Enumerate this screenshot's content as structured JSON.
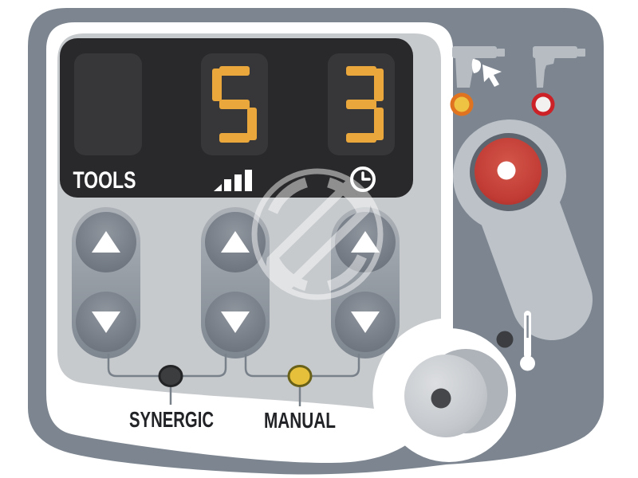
{
  "display": {
    "tools": {
      "label": "TOOLS",
      "value": ""
    },
    "program": {
      "value": "5",
      "icon": "signal-bars-icon"
    },
    "time": {
      "value": "3",
      "icon": "clock-icon"
    }
  },
  "modes": {
    "synergic": {
      "label": "SYNERGIC",
      "led_color": "#3b3d3f",
      "ring_color": "#232425",
      "lit": false
    },
    "manual": {
      "label": "MANUAL",
      "led_color": "#e6c03a",
      "ring_color": "#6a6118",
      "lit": true
    }
  },
  "torch_indicators": [
    {
      "icon": "torch-with-cursor-icon",
      "led_color": "#eec243",
      "ring_color": "#e0731f",
      "lit": true
    },
    {
      "icon": "torch-icon",
      "led_color": "#f3f1ef",
      "ring_color": "#cb2127",
      "lit": false
    }
  ],
  "buttons": {
    "red_button_icon": "red-round-button",
    "red_button_color": "#c4403a",
    "up_icon": "triangle-up-icon",
    "down_icon": "triangle-down-icon"
  },
  "indicators": {
    "temperature_icon": "thermometer-icon",
    "temperature_led_color": "#3b3d40"
  },
  "knob": {
    "icon": "rotary-knob"
  },
  "watermark": {
    "icon": "circular-arrows-watermark"
  },
  "colors": {
    "page_bg": "#ffffff",
    "frame": "#7d8690",
    "panel": "#c7cacd",
    "stripe": "#ffffff",
    "display_bg": "#29292b",
    "display_window": "#37373a",
    "segment_amber": "#e9a73c",
    "band": "#bdc2c8",
    "button_pill": "#9299a1",
    "connector_line": "#78808a"
  }
}
